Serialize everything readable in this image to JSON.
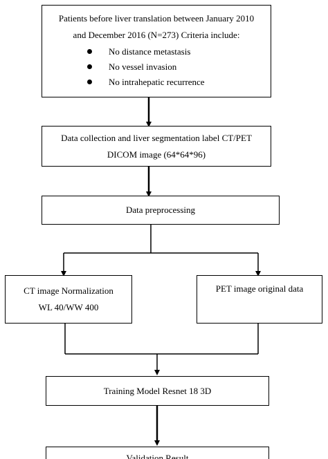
{
  "diagram": {
    "patients": {
      "lines": [
        "Patients before liver translation between January 2010",
        "and December 2016 (N=273) Criteria include:"
      ],
      "criteria": [
        "No distance metastasis",
        "No vessel invasion",
        "No intrahepatic recurrence"
      ]
    },
    "data_collection": {
      "lines": [
        "Data collection and liver segmentation label CT/PET",
        "DICOM image (64*64*96)"
      ]
    },
    "preprocessing": {
      "label": "Data preprocessing"
    },
    "ct_normalization": {
      "lines": [
        "CT image Normalization",
        "WL 40/WW 400"
      ]
    },
    "pet_original": {
      "label": "PET image original data"
    },
    "training": {
      "label": "Training Model Resnet 18 3D"
    },
    "validation": {
      "label": "Validation Result"
    }
  }
}
